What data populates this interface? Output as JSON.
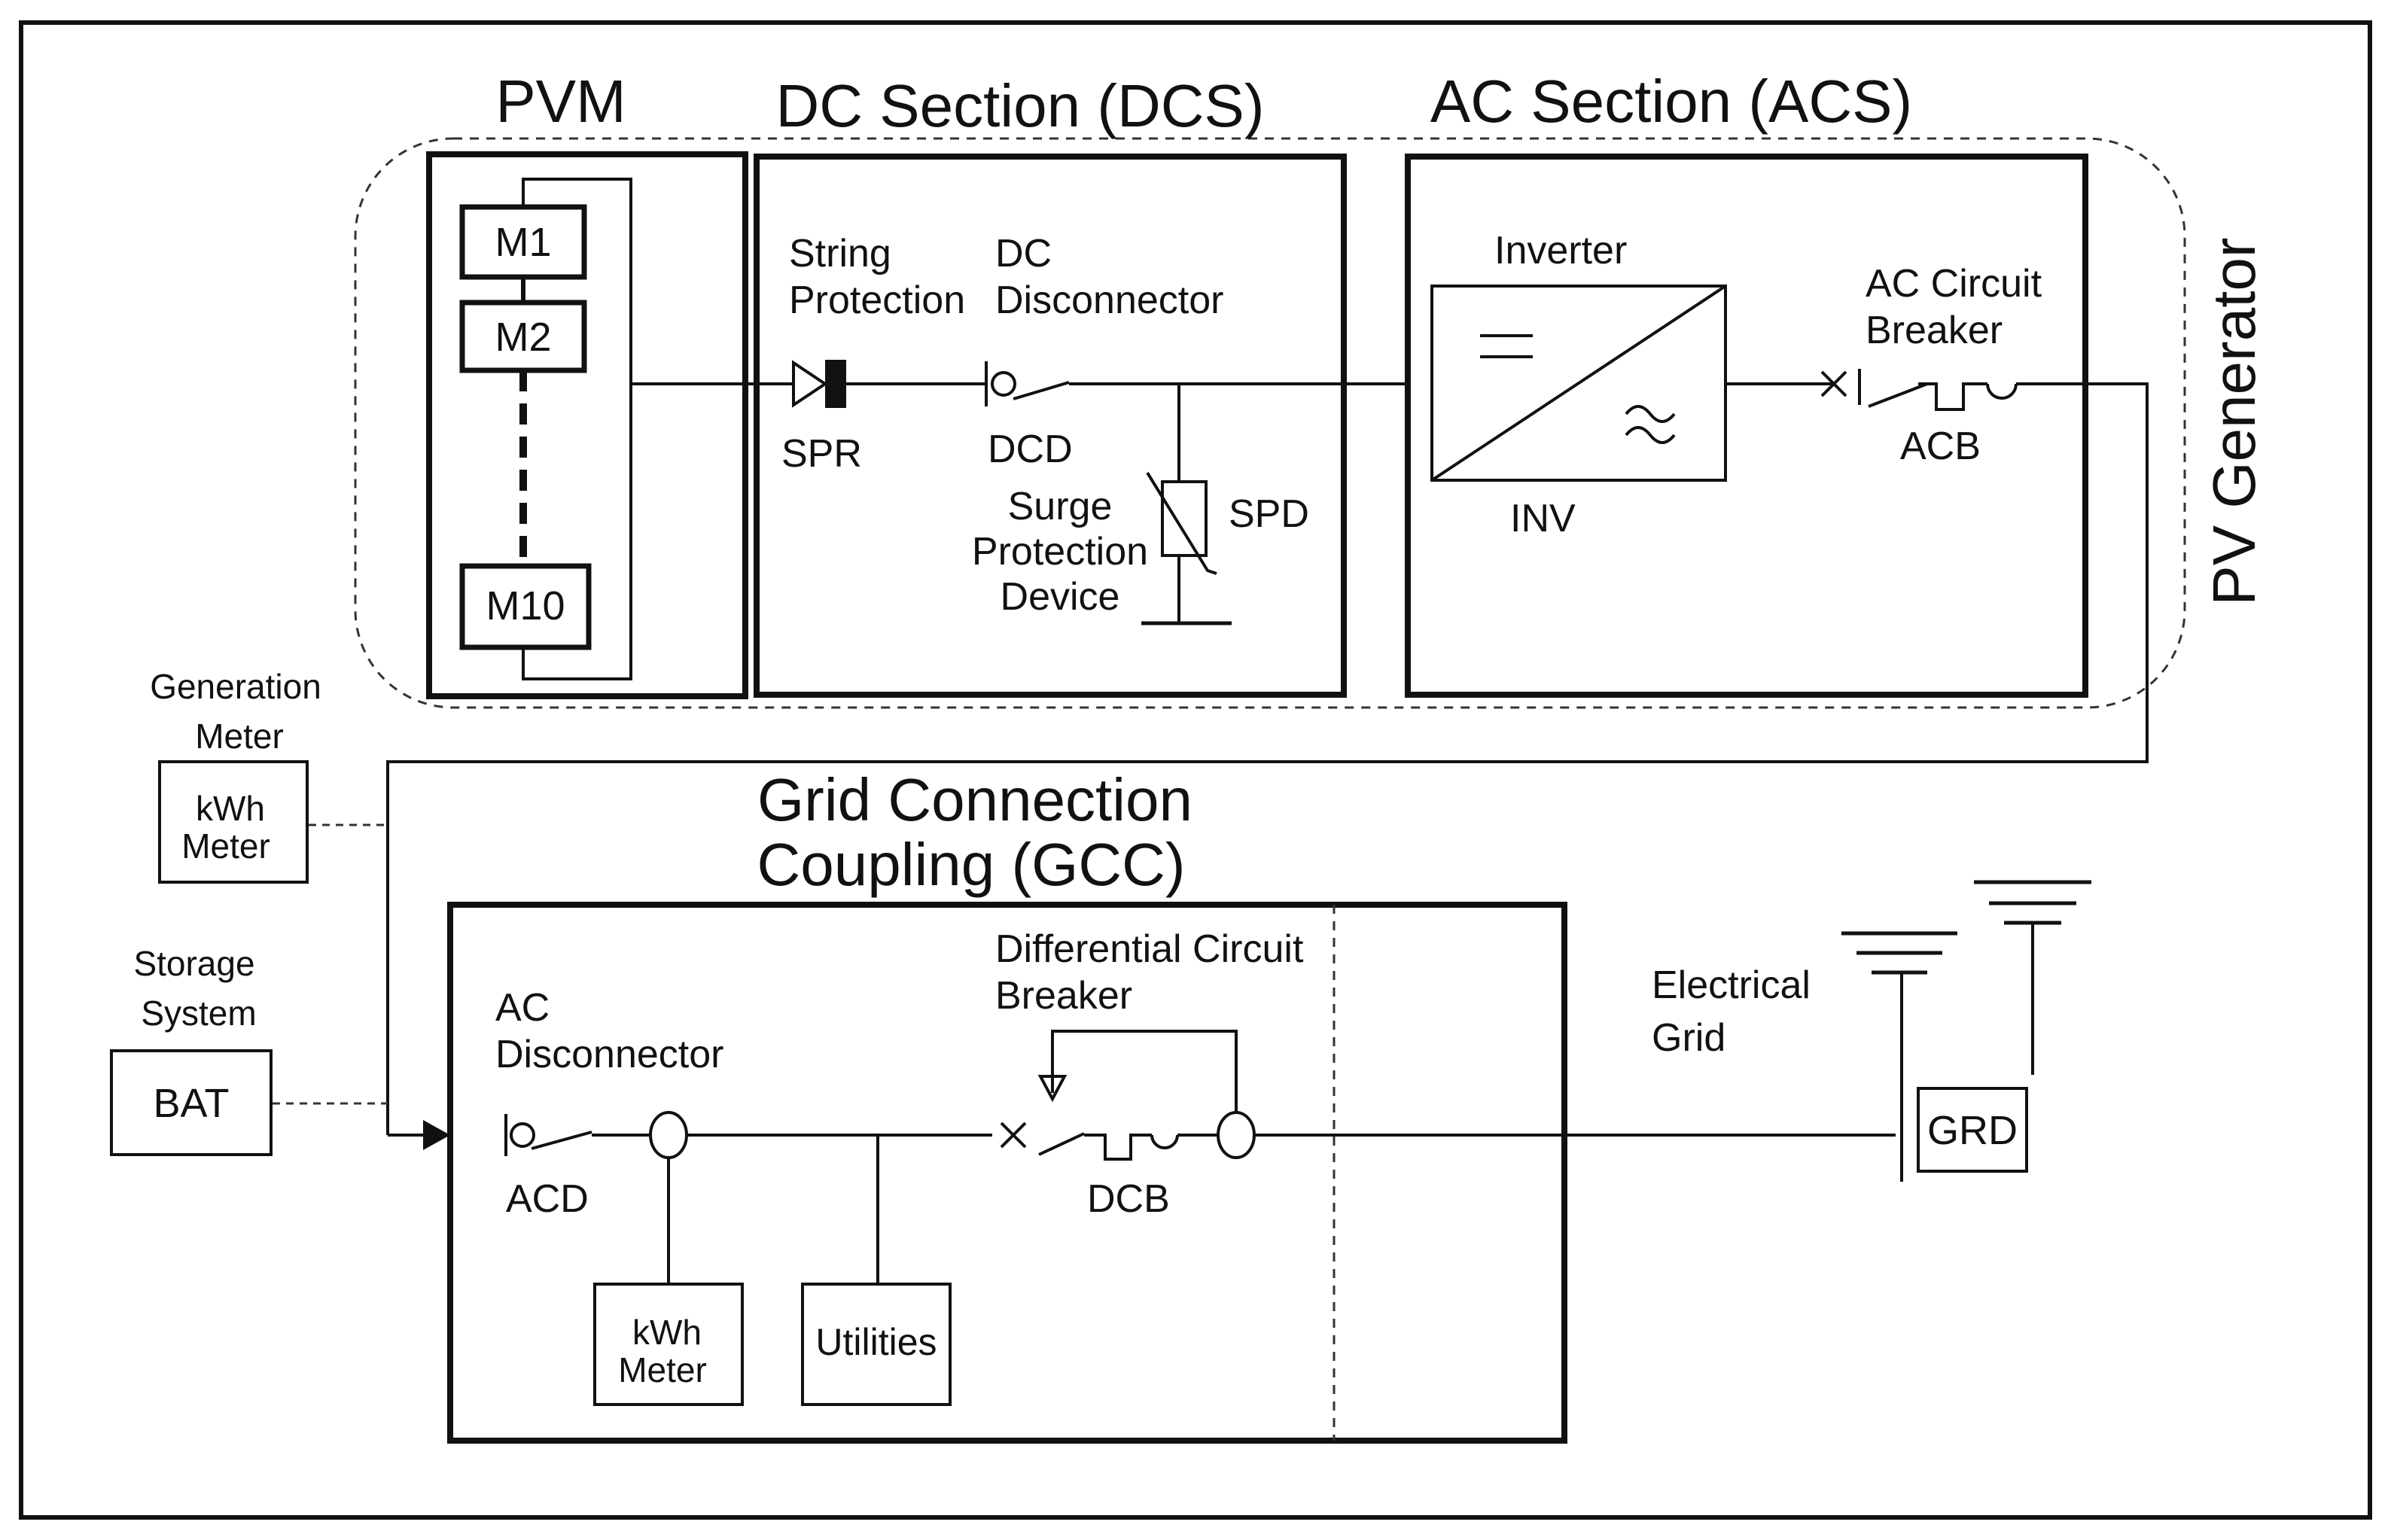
{
  "sections": {
    "pvm": "PVM",
    "dcs": "DC Section (DCS)",
    "acs": "AC Section (ACS)",
    "pv_generator": "PV Generator",
    "gcc_line1": "Grid Connection",
    "gcc_line2": "Coupling (GCC)"
  },
  "modules": [
    "M1",
    "M2",
    "M10"
  ],
  "dc": {
    "string_protection_line1": "String",
    "string_protection_line2": "Protection",
    "spr": "SPR",
    "dc_disconnector_line1": "DC",
    "dc_disconnector_line2": "Disconnector",
    "dcd": "DCD",
    "surge_line1": "Surge",
    "surge_line2": "Protection",
    "surge_line3": "Device",
    "spd": "SPD"
  },
  "ac": {
    "inverter": "Inverter",
    "inv": "INV",
    "acb_title_line1": "AC Circuit",
    "acb_title_line2": "Breaker",
    "acb": "ACB"
  },
  "left": {
    "gen_meter_line1": "Generation",
    "gen_meter_line2": "Meter",
    "kwh": "kWh",
    "meter": "Meter",
    "storage_line1": "Storage",
    "storage_line2": "System",
    "bat": "BAT"
  },
  "gcc": {
    "ac_disc_line1": "AC",
    "ac_disc_line2": "Disconnector",
    "acd": "ACD",
    "diff_line1": "Differential Circuit",
    "diff_line2": "Breaker",
    "dcb": "DCB",
    "kwh": "kWh",
    "meter": "Meter",
    "utilities": "Utilities"
  },
  "grid": {
    "line1": "Electrical",
    "line2": "Grid",
    "grd": "GRD"
  }
}
